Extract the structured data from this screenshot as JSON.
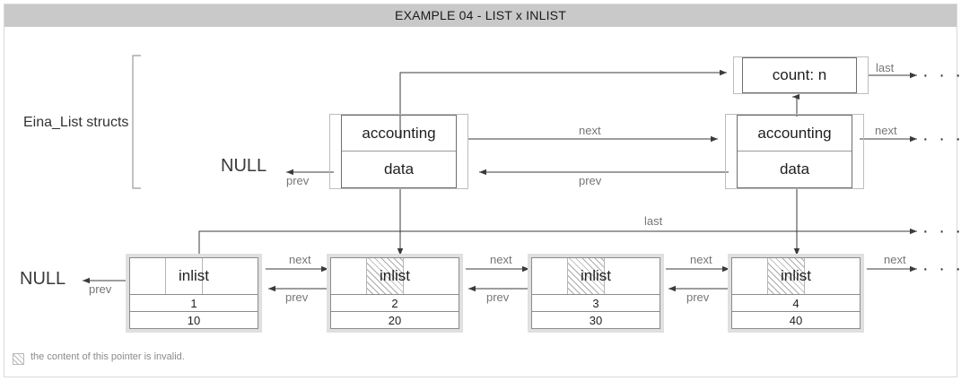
{
  "title": "EXAMPLE 04 - LIST x INLIST",
  "annotations": {
    "struct_group_label": "Eina_List structs",
    "null_top": "NULL",
    "null_bottom": "NULL",
    "ellipsis": "· · ·"
  },
  "count_box": {
    "label": "count: n",
    "out_arrow_label": "last"
  },
  "list_nodes": [
    {
      "id": "list-node-1",
      "top_label": "accounting",
      "bottom_label": "data",
      "out_next_label": "next",
      "in_prev_label": "prev"
    },
    {
      "id": "list-node-2",
      "top_label": "accounting",
      "bottom_label": "data",
      "out_next_label": "next",
      "in_prev_label": "prev"
    }
  ],
  "last_arrow_label": "last",
  "inlist_nodes": [
    {
      "id": "inlist-node-1",
      "pointer_label": "inlist",
      "invalid": false,
      "value_rows": [
        "1",
        "10"
      ],
      "next_label": "next",
      "prev_label": "prev"
    },
    {
      "id": "inlist-node-2",
      "pointer_label": "inlist",
      "invalid": true,
      "value_rows": [
        "2",
        "20"
      ],
      "next_label": "next",
      "prev_label": "prev"
    },
    {
      "id": "inlist-node-3",
      "pointer_label": "inlist",
      "invalid": true,
      "value_rows": [
        "3",
        "30"
      ],
      "next_label": "next",
      "prev_label": "prev"
    },
    {
      "id": "inlist-node-4",
      "pointer_label": "inlist",
      "invalid": true,
      "value_rows": [
        "4",
        "40"
      ],
      "next_label": "next",
      "prev_label": "prev"
    }
  ],
  "arrow_labels": {
    "next_top": "next",
    "prev_top": "prev",
    "prev_left_top": "prev",
    "next_right_top": "next",
    "next_1": "next",
    "next_2": "next",
    "next_3": "next",
    "next_4": "next",
    "prev_1": "prev",
    "prev_2": "prev",
    "prev_3": "prev",
    "prev_null": "prev"
  },
  "legend": {
    "text": "the content of this pointer is invalid."
  },
  "colors": {
    "title_bar_bg": "#c9c9c9",
    "frame_border": "#d9d9d9",
    "node_outer": "#bdbdbd",
    "node_inner": "#6f6f6f",
    "inlist_frame": "#e0e0e0",
    "arrow": "#3b3b3b",
    "label_text": "#767676",
    "body_text": "#1f1f1f"
  }
}
